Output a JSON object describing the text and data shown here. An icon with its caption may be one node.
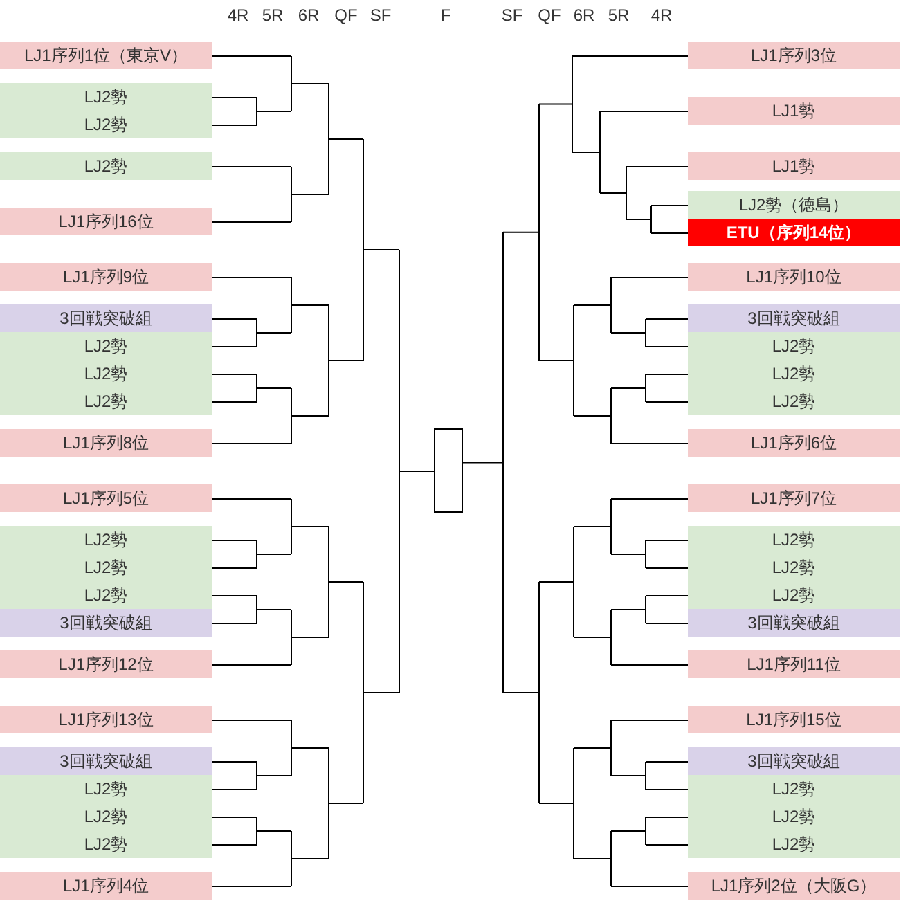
{
  "diagram": {
    "nodes": [
      {
        "text": [
          "LJ1序列1位（東京V）"
        ]
      },
      {
        "text": [
          "LJ2勢"
        ]
      },
      {
        "text": [
          "LJ2勢"
        ]
      },
      {
        "text": [
          "LJ2勢"
        ]
      },
      {
        "text": [
          "LJ1序列16位"
        ]
      },
      {
        "text": [
          "LJ1序列9位"
        ]
      },
      {
        "text": [
          "3回戦突破組"
        ]
      },
      {
        "text": [
          "LJ2勢"
        ]
      },
      {
        "text": [
          "LJ2勢"
        ]
      },
      {
        "text": [
          "LJ2勢"
        ]
      },
      {
        "text": [
          "LJ1序列8位"
        ]
      },
      {
        "text": [
          "LJ1序列5位"
        ]
      },
      {
        "text": [
          "LJ2勢"
        ]
      },
      {
        "text": [
          "LJ2勢"
        ]
      },
      {
        "text": [
          "LJ2勢"
        ]
      },
      {
        "text": [
          "3回戦突破組"
        ]
      },
      {
        "text": [
          "LJ1序列12位"
        ]
      },
      {
        "text": [
          "LJ1序列13位"
        ]
      },
      {
        "text": [
          "3回戦突破組"
        ]
      },
      {
        "text": [
          "LJ2勢"
        ]
      },
      {
        "text": [
          "LJ2勢"
        ]
      },
      {
        "text": [
          "LJ2勢"
        ]
      },
      {
        "text": [
          "LJ1序列4位"
        ]
      },
      {
        "text": [],
        "shape": "box"
      },
      {
        "text": [
          "LJ1序列3位"
        ]
      },
      {
        "text": [
          "LJ1勢"
        ]
      },
      {
        "text": [
          "LJ1勢"
        ]
      },
      {
        "text": [
          "LJ2勢（徳島）"
        ]
      },
      {
        "text": [
          "ETU（序列14位）"
        ]
      },
      {
        "text": [
          "LJ1序列10位"
        ]
      },
      {
        "text": [
          "3回戦突破組"
        ]
      },
      {
        "text": [
          "LJ2勢"
        ]
      },
      {
        "text": [
          "LJ2勢"
        ]
      },
      {
        "text": [
          "LJ2勢"
        ]
      },
      {
        "text": [
          "LJ1序列6位"
        ]
      },
      {
        "text": [
          "LJ1序列7位"
        ]
      },
      {
        "text": [
          "LJ2勢"
        ]
      },
      {
        "text": [
          "LJ2勢"
        ]
      },
      {
        "text": [
          "LJ2勢"
        ]
      },
      {
        "text": [
          "3回戦突破組"
        ]
      },
      {
        "text": [
          "LJ1序列11位"
        ]
      },
      {
        "text": [
          "LJ1序列15位"
        ]
      },
      {
        "text": [
          "3回戦突破組"
        ]
      },
      {
        "text": [
          "LJ2勢"
        ]
      },
      {
        "text": [
          "LJ2勢"
        ]
      },
      {
        "text": [
          "LJ2勢"
        ]
      },
      {
        "text": [
          "LJ1序列2位（大阪G）"
        ]
      }
    ],
    "labels": [
      "4R",
      "5R",
      "6R",
      "QF",
      "SF",
      "F",
      "SF",
      "QF",
      "6R",
      "5R",
      "4R"
    ]
  }
}
